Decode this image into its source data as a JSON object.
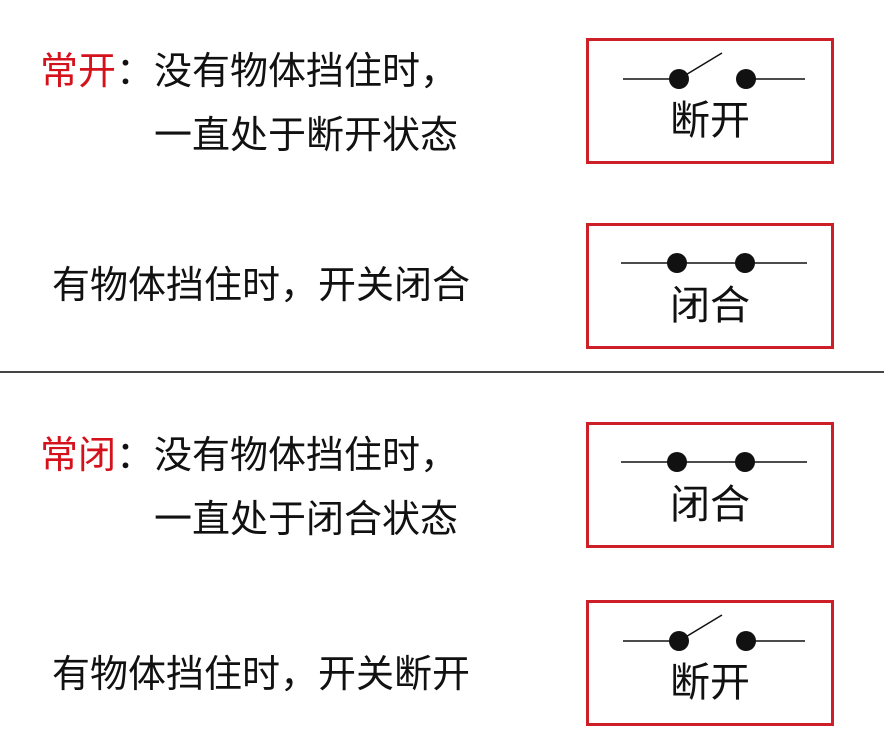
{
  "colors": {
    "term": "#d5121b",
    "box_border": "#cc1f28",
    "text": "#111111"
  },
  "sections": [
    {
      "term": "常开",
      "colon": "：",
      "desc_line1": "没有物体挡住时，",
      "desc_line2": "一直处于断开状态",
      "default_box": {
        "label": "断开",
        "switch_state": "open"
      },
      "triggered_text": "有物体挡住时，开关闭合",
      "triggered_box": {
        "label": "闭合",
        "switch_state": "closed"
      }
    },
    {
      "term": "常闭",
      "colon": "：",
      "desc_line1": "没有物体挡住时，",
      "desc_line2": "一直处于闭合状态",
      "default_box": {
        "label": "闭合",
        "switch_state": "closed"
      },
      "triggered_text": "有物体挡住时，开关断开",
      "triggered_box": {
        "label": "断开",
        "switch_state": "open"
      }
    }
  ]
}
